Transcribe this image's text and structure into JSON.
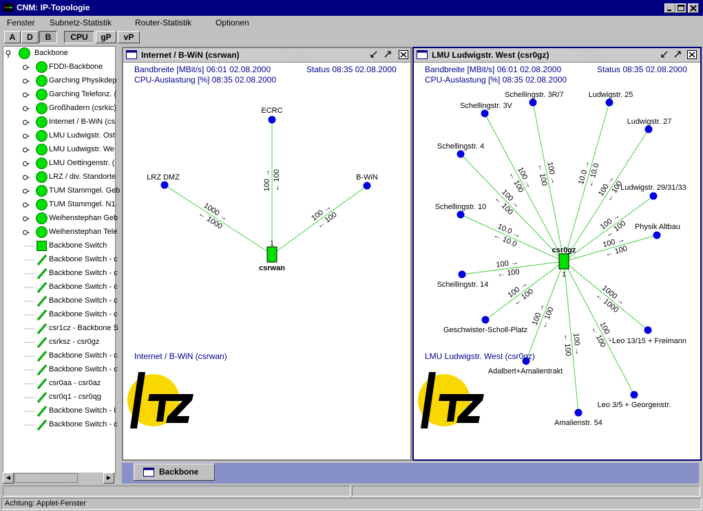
{
  "window": {
    "title": "CNM: IP-Topologie"
  },
  "menu": [
    "Fenster",
    "Subnetz-Statistik",
    "Router-Statistik",
    "Optionen"
  ],
  "toolbar": {
    "buttons": [
      "A",
      "D",
      "B",
      "CPU",
      "gP",
      "vP"
    ]
  },
  "tree": {
    "items": [
      {
        "label": "Backbone",
        "kind": "root"
      },
      {
        "label": "FDDI-Backbone",
        "kind": "net"
      },
      {
        "label": "Garching Physikdep",
        "kind": "net"
      },
      {
        "label": "Garching Telefonz. (",
        "kind": "net"
      },
      {
        "label": "Großhadern (csrkic)",
        "kind": "net"
      },
      {
        "label": "Internet / B-WiN (cs",
        "kind": "net"
      },
      {
        "label": "LMU Ludwigstr. Ost",
        "kind": "net"
      },
      {
        "label": "LMU Ludwigstr. We",
        "kind": "net"
      },
      {
        "label": "LMU Oettingenstr. (",
        "kind": "net"
      },
      {
        "label": "LRZ / div. Standorte",
        "kind": "net"
      },
      {
        "label": "TUM Stammgel. Geb",
        "kind": "net"
      },
      {
        "label": "TUM Stammgel. N1",
        "kind": "net"
      },
      {
        "label": "Weihenstephan Geb",
        "kind": "net"
      },
      {
        "label": "Weihenstephan Tele",
        "kind": "net"
      },
      {
        "label": "Backbone Switch",
        "kind": "switch"
      },
      {
        "label": "Backbone Switch - c",
        "kind": "link"
      },
      {
        "label": "Backbone Switch - c",
        "kind": "link"
      },
      {
        "label": "Backbone Switch - c",
        "kind": "link"
      },
      {
        "label": "Backbone Switch - c",
        "kind": "link"
      },
      {
        "label": "Backbone Switch - c",
        "kind": "link"
      },
      {
        "label": "csr1cz - Backbone S",
        "kind": "link"
      },
      {
        "label": "csrksz - csr0gz",
        "kind": "link"
      },
      {
        "label": "Backbone Switch - c",
        "kind": "link"
      },
      {
        "label": "Backbone Switch - c",
        "kind": "link"
      },
      {
        "label": "csr0aa - csr0az",
        "kind": "link"
      },
      {
        "label": "csr0q1 - csr0qg",
        "kind": "link"
      },
      {
        "label": "Backbone Switch - I",
        "kind": "link"
      },
      {
        "label": "Backbone Switch - c",
        "kind": "link"
      }
    ]
  },
  "panel_left": {
    "title": "Internet / B-WiN (csrwan)",
    "bandwidth": "Bandbreite [MBit/s] 06:01 02.08.2000",
    "status": "Status 08:35 02.08.2000",
    "cpu": "CPU-Auslastung [%] 08:35 02.08.2000",
    "footer": "Internet / B-WiN (csrwan)",
    "router": {
      "name": "csrwan",
      "port": "1"
    },
    "nodes": [
      {
        "name": "ECRC",
        "out": "100",
        "in": "100"
      },
      {
        "name": "LRZ DMZ",
        "out": "1000",
        "in": "1000"
      },
      {
        "name": "B-WiN",
        "out": "100",
        "in": "100"
      }
    ]
  },
  "panel_right": {
    "title": "LMU Ludwigstr. West (csr0gz)",
    "bandwidth": "Bandbreite [MBit/s] 06:01 02.08.2000",
    "status": "Status 08:35 02.08.2000",
    "cpu": "CPU-Auslastung [%] 08:35 02.08.2000",
    "footer": "LMU Ludwigstr. West (csr0gz)",
    "router": {
      "name": "csr0gz",
      "port": "1"
    },
    "nodes": [
      {
        "name": "Schellingstr. 3V",
        "out": "100",
        "in": "100"
      },
      {
        "name": "Schellingstr. 3R/7",
        "out": "100",
        "in": "100"
      },
      {
        "name": "Ludwigstr. 25",
        "out": "10.0",
        "in": "10.0"
      },
      {
        "name": "Ludwigstr. 27",
        "out": "100",
        "in": "100"
      },
      {
        "name": "Schellingstr. 4",
        "out": "100",
        "in": "100"
      },
      {
        "name": "Ludwigstr. 29/31/33",
        "out": "100",
        "in": "100"
      },
      {
        "name": "Schellingstr. 10",
        "out": "10.0",
        "in": "10.0"
      },
      {
        "name": "Physik Altbau",
        "out": "100",
        "in": "100"
      },
      {
        "name": "Schellingstr. 14",
        "out": "100",
        "in": "100"
      },
      {
        "name": "Geschwister-Scholl-Platz",
        "out": "100",
        "in": "100"
      },
      {
        "name": "Leo 13/15 + Freimann",
        "out": "1000",
        "in": "1000"
      },
      {
        "name": "Adalbert+Amalientrakt",
        "out": "100",
        "in": "100"
      },
      {
        "name": "Amalienstr. 54",
        "out": "100",
        "in": "100"
      },
      {
        "name": "Leo 3/5 + Georgenstr.",
        "out": "100",
        "in": "100"
      }
    ]
  },
  "taskbar": {
    "tab": "Backbone"
  },
  "statusbar": {
    "text": "Achtung: Applet-Fenster"
  },
  "colors": {
    "node": "#0000e0",
    "router": "#00e000",
    "link": "#40d040",
    "info": "#000090",
    "title_active": "#000080",
    "logo": "#f8d800"
  }
}
